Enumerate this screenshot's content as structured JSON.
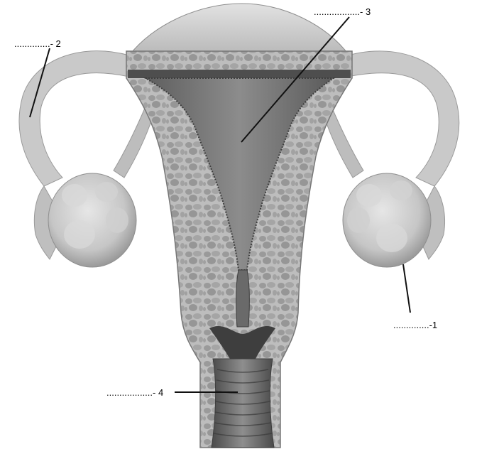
{
  "labels": {
    "l1": "..............-1",
    "l2": "..............- 2",
    "l3": "..................- 3",
    "l4": "..................- 4"
  }
}
